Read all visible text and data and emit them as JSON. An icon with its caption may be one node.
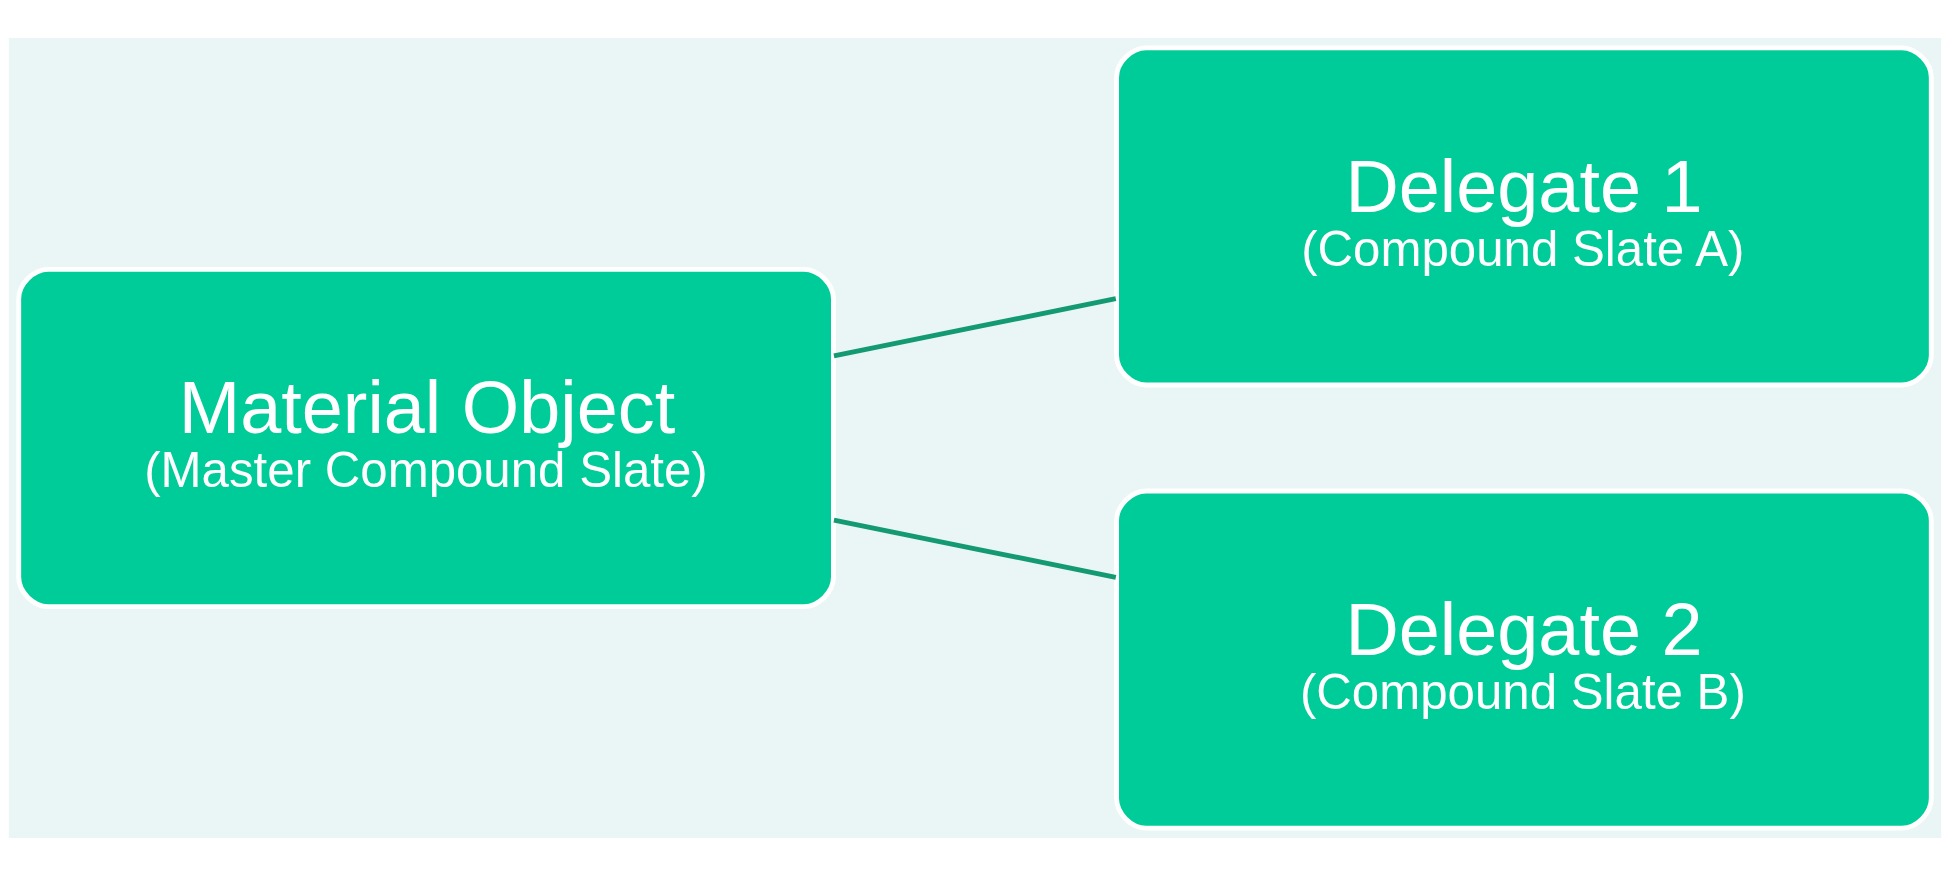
{
  "diagram": {
    "nodes": [
      {
        "text": [
          "Material Object",
          "(Master Compound Slate)"
        ]
      },
      {
        "text": [
          "Delegate 1",
          "(Compound Slate A)"
        ]
      },
      {
        "text": [
          "Delegate 2",
          "(Compound Slate B)"
        ]
      }
    ],
    "edges": [
      {
        "from": 0,
        "to": 1,
        "arrow": "none"
      },
      {
        "from": 0,
        "to": 2,
        "arrow": "none"
      }
    ]
  }
}
